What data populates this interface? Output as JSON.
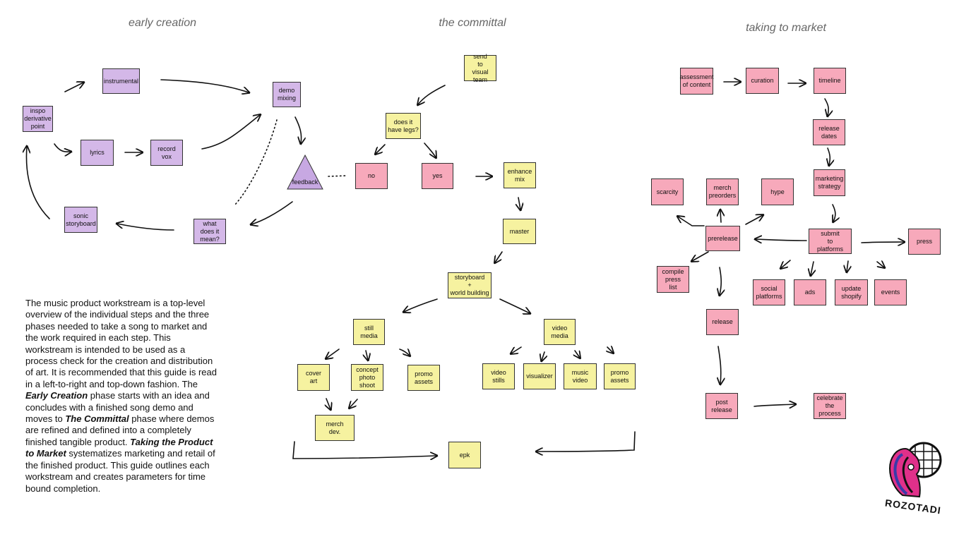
{
  "phases": {
    "early": "early creation",
    "committal": "the committal",
    "market": "taking to market"
  },
  "nodes": {
    "inspo": "inspo\nderivative\npoint",
    "instrumental": "instrumental",
    "lyrics": "lyrics",
    "record_vox": "record\nvox",
    "demo_mixing": "demo\nmixing",
    "feedback": "feedback",
    "what_does_it_mean": "what\ndoes it\nmean?",
    "sonic_storyboard": "sonic\nstoryboard",
    "send_visual": "send\nto\nvisual team",
    "legs": "does it\nhave legs?",
    "no": "no",
    "yes": "yes",
    "enhance_mix": "enhance\nmix",
    "master": "master",
    "storyboard_world": "storyboard\n+\nworld building",
    "still_media": "still\nmedia",
    "video_media": "video\nmedia",
    "cover_art": "cover\nart",
    "concept_photo": "concept\nphoto\nshoot",
    "promo_assets_1": "promo\nassets",
    "video_stills": "video\nstills",
    "visualizer": "visualizer",
    "music_video": "music\nvideo",
    "promo_assets_2": "promo\nassets",
    "merch_dev": "merch\ndev.",
    "epk": "epk",
    "assessment": "assessment\nof content",
    "curation": "curation",
    "timeline": "timeline",
    "release_dates": "release\ndates",
    "marketing_strategy": "marketing\nstrategy",
    "scarcity": "scarcity",
    "merch_preorders": "merch\npreorders",
    "hype": "hype",
    "prerelease": "prerelease",
    "submit_platforms": "submit\nto\nplatforms",
    "press": "press",
    "compile_press": "compile\npress\nlist",
    "social_platforms": "social\nplatforms",
    "ads": "ads",
    "update_shopify": "update\nshopify",
    "events": "events",
    "release": "release",
    "post_release": "post\nrelease",
    "celebrate": "celebrate\nthe\nprocess"
  },
  "description": {
    "p1": "The music product workstream is a top-level overview of the individual steps and the three phases needed to take a song to market and the work required in each step. This workstream is intended to be used as a process check for the creation and distribution of art. It is recommended that this guide is read in a left-to-right and top-down fashion. The ",
    "b1": "Early Creation",
    "p2": " phase starts with an idea and concludes with a finished song demo and moves to ",
    "b2": "The Committal",
    "p3": " phase where demos are refined and defined into a completely finished tangible product. ",
    "b3": "Taking the Product to Market",
    "p4": " systematizes marketing and retail of the finished product. This guide outlines each workstream and creates parameters for time bound completion."
  },
  "logo": {
    "text": "ROZOTADI"
  },
  "colors": {
    "purple": "#d4b8e8",
    "yellow": "#f6f2a0",
    "pink": "#f7a9bb",
    "logo_pink": "#e0308a",
    "logo_blue": "#3a3aa8"
  }
}
